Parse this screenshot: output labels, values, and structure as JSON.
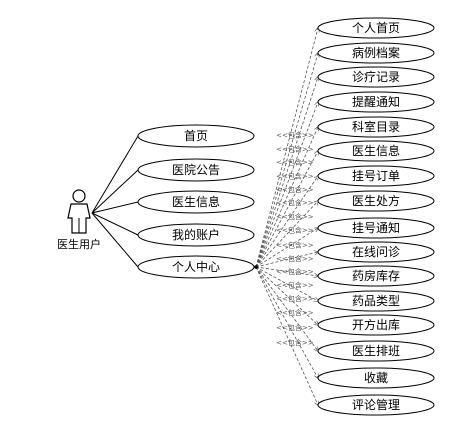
{
  "actor": {
    "label": "医生用户"
  },
  "primary_use_cases": [
    {
      "label": "首页"
    },
    {
      "label": "医院公告"
    },
    {
      "label": "医生信息"
    },
    {
      "label": "我的账户"
    },
    {
      "label": "个人中心"
    }
  ],
  "included_use_cases": [
    {
      "label": "个人首页"
    },
    {
      "label": "病例档案"
    },
    {
      "label": "诊疗记录"
    },
    {
      "label": "提醒通知"
    },
    {
      "label": "科室目录"
    },
    {
      "label": "医生信息"
    },
    {
      "label": "挂号订单"
    },
    {
      "label": "医生处方"
    },
    {
      "label": "挂号通知"
    },
    {
      "label": "在线问诊"
    },
    {
      "label": "药房库存"
    },
    {
      "label": "药品类型"
    },
    {
      "label": "开方出库"
    },
    {
      "label": "医生排班"
    },
    {
      "label": "收藏"
    },
    {
      "label": "评论管理"
    }
  ],
  "include_label": "<<包含>>"
}
